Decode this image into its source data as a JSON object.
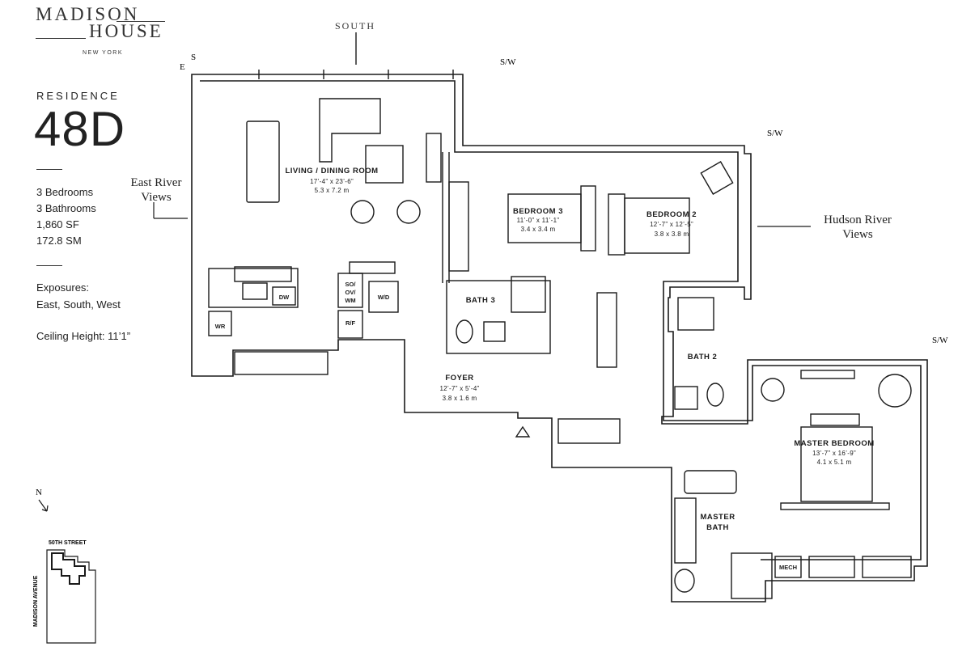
{
  "brand": {
    "line1": "MADISON",
    "line2": "HOUSE",
    "city": "NEW YORK"
  },
  "residence": {
    "label": "RESIDENCE",
    "number": "48D",
    "bedrooms": "3 Bedrooms",
    "bathrooms": "3 Bathrooms",
    "area_sf": "1,860 SF",
    "area_sm": "172.8 SM",
    "exposures_label": "Exposures:",
    "exposures_value": "East, South, West",
    "ceiling": "Ceiling Height:  11’1”"
  },
  "orientation": {
    "south": "SOUTH",
    "e": "E",
    "s": "S",
    "sw1": "S/W",
    "north": "N"
  },
  "views": {
    "east_line1": "East River",
    "east_line2": "Views",
    "hudson_line1": "Hudson River",
    "hudson_line2": "Views"
  },
  "rooms": {
    "living": {
      "name": "LIVING / DINING ROOM",
      "dim_ft": "17’-4” x 23’-6”",
      "dim_m": "5.3 x 7.2 m"
    },
    "bedroom3": {
      "name": "BEDROOM 3",
      "dim_ft": "11’-0” x 11’-1”",
      "dim_m": "3.4 x 3.4 m"
    },
    "bedroom2": {
      "name": "BEDROOM 2",
      "dim_ft": "12’-7” x 12’-5”",
      "dim_m": "3.8 x 3.8 m"
    },
    "bath3": {
      "name": "BATH 3"
    },
    "bath2": {
      "name": "BATH 2"
    },
    "foyer": {
      "name": "FOYER",
      "dim_ft": "12’-7” x 5’-4”",
      "dim_m": "3.8 x 1.6 m"
    },
    "master": {
      "name": "MASTER BEDROOM",
      "dim_ft": "13’-7” x 16’-9”",
      "dim_m": "4.1 x 5.1 m"
    },
    "master_bath_1": "MASTER",
    "master_bath_2": "BATH",
    "mech": "MECH"
  },
  "fixtures": {
    "dw": "DW",
    "wr": "WR",
    "so1": "SO/",
    "so2": "OV/",
    "so3": "WM",
    "rf": "R/F",
    "wd": "W/D"
  },
  "keyplan": {
    "street": "50TH STREET",
    "avenue": "MADISON AVENUE"
  }
}
